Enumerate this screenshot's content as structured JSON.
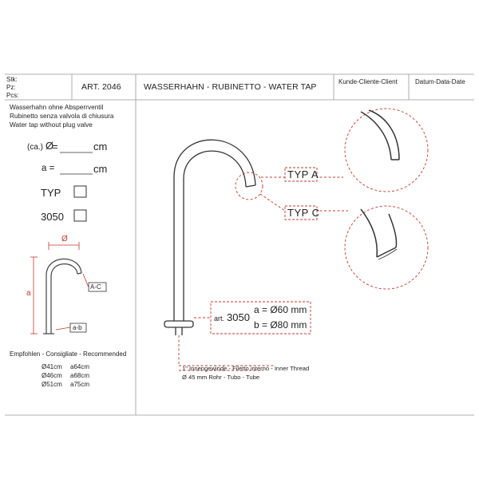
{
  "header": {
    "stk": "Stk:",
    "pz": "Pz:",
    "pcs": "Pcs:",
    "article": "ART. 2046",
    "title": "WASSERHAHN - RUBINETTO - WATER TAP",
    "client": "Kunde-Cliente-Client",
    "date": "Datum-Data-Date"
  },
  "description": [
    "Wasserhahn ohne Absperrventil",
    "Rubinetto senza valvola di chiusura",
    "Water tap without plug valve"
  ],
  "form": {
    "diameter_prefix": "(ca.)",
    "diameter_symbol": "Ø",
    "diameter_unit": "cm",
    "a_label": "a =",
    "a_unit": "cm",
    "typ_label": "TYP",
    "code_label": "3050"
  },
  "small_drawing": {
    "diameter_label": "Ø",
    "height_label": "a",
    "outlet_label": "A-C",
    "base_label": "a-b"
  },
  "recommended": {
    "title": "Empfohlen - Consigliate - Recommended",
    "rows": [
      {
        "d": "Ø41cm",
        "a": "a64cm"
      },
      {
        "d": "Ø46cm",
        "a": "a68cm"
      },
      {
        "d": "Ø51cm",
        "a": "a75cm"
      }
    ]
  },
  "types": {
    "typ_a": "TYP  A",
    "typ_c": "TYP  C"
  },
  "article_box": {
    "prefix": "art.",
    "number": "3050",
    "a_line": "a = Ø60 mm",
    "b_line": "b = Ø80 mm"
  },
  "notes": {
    "thread": "1\" Innengewinde - Filetto interno - Inner Thread",
    "tube": "Ø 45 mm  Rohr - Tubo - Tube"
  },
  "colors": {
    "line": "#333333",
    "accent_red": "#c0392b",
    "frame": "#999999"
  }
}
